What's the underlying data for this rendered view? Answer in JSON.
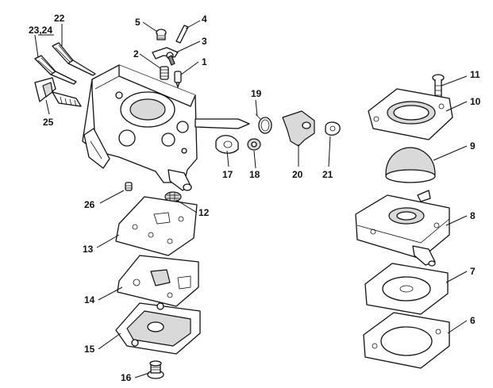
{
  "callouts": [
    {
      "id": "1",
      "label": "1"
    },
    {
      "id": "2",
      "label": "2"
    },
    {
      "id": "3",
      "label": "3"
    },
    {
      "id": "4",
      "label": "4"
    },
    {
      "id": "5",
      "label": "5"
    },
    {
      "id": "6",
      "label": "6"
    },
    {
      "id": "7",
      "label": "7"
    },
    {
      "id": "8",
      "label": "8"
    },
    {
      "id": "9",
      "label": "9"
    },
    {
      "id": "10",
      "label": "10"
    },
    {
      "id": "11",
      "label": "11"
    },
    {
      "id": "12",
      "label": "12"
    },
    {
      "id": "13",
      "label": "13"
    },
    {
      "id": "14",
      "label": "14"
    },
    {
      "id": "15",
      "label": "15"
    },
    {
      "id": "16",
      "label": "16"
    },
    {
      "id": "17",
      "label": "17"
    },
    {
      "id": "18",
      "label": "18"
    },
    {
      "id": "19",
      "label": "19"
    },
    {
      "id": "20",
      "label": "20"
    },
    {
      "id": "21",
      "label": "21"
    },
    {
      "id": "22",
      "label": "22"
    },
    {
      "id": "23_24",
      "label": "23,24"
    },
    {
      "id": "25",
      "label": "25"
    },
    {
      "id": "26",
      "label": "26"
    }
  ]
}
